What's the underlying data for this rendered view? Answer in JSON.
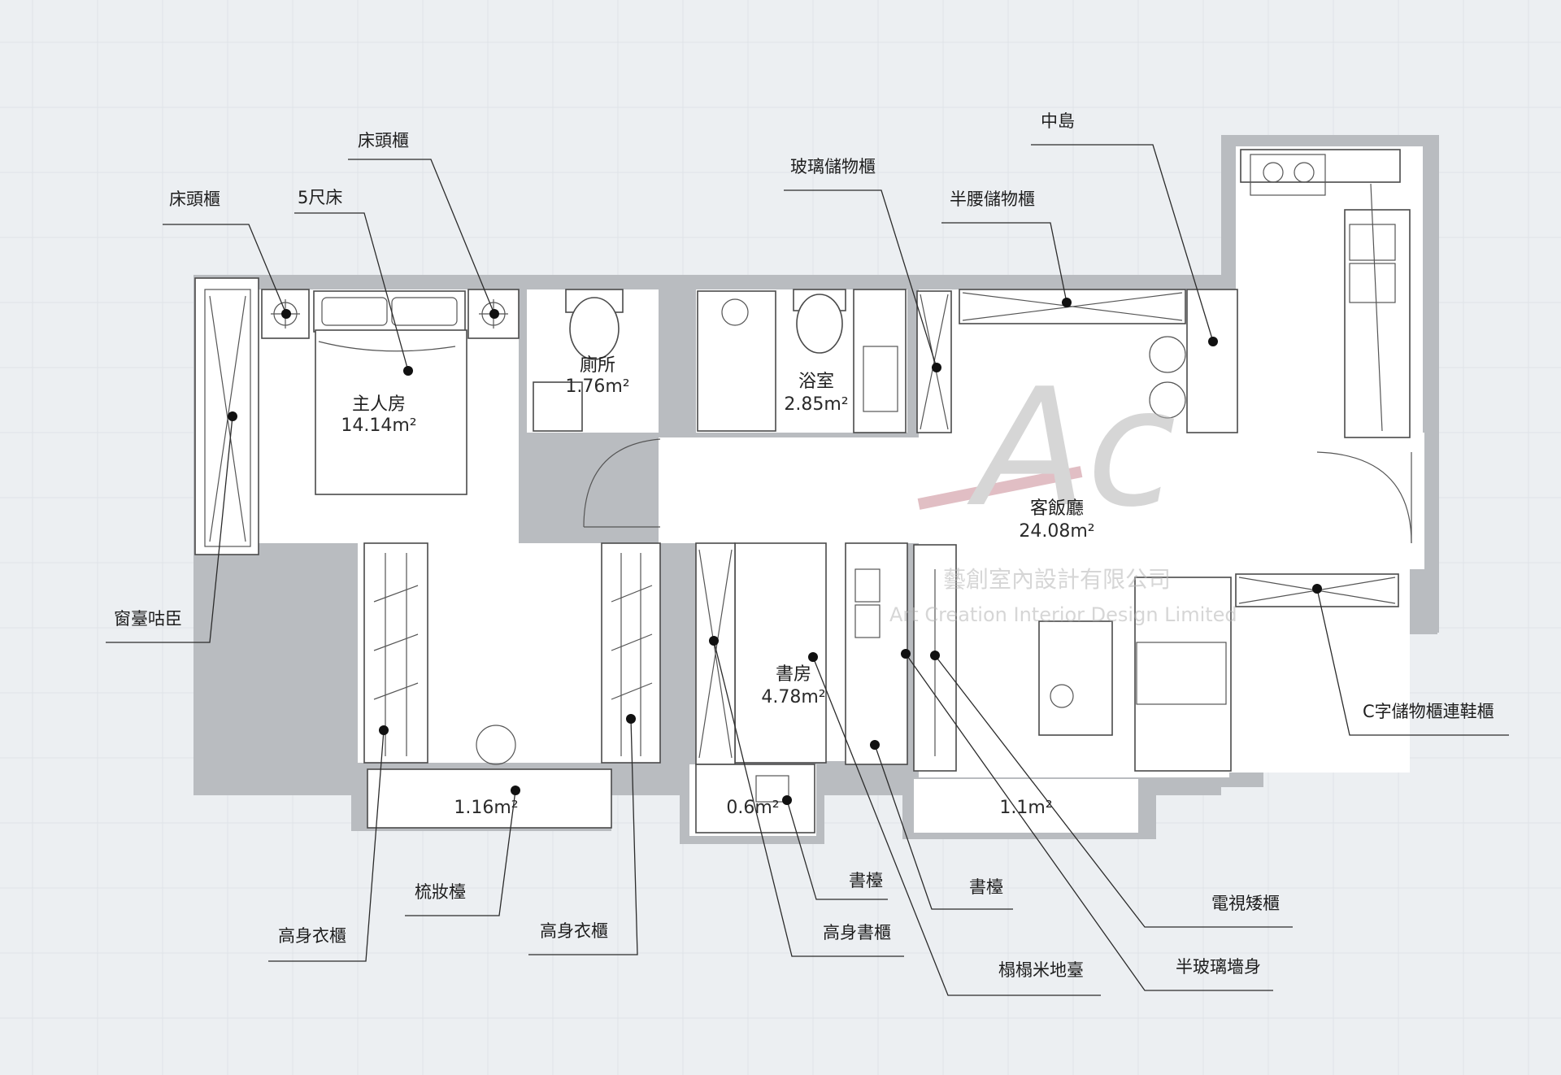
{
  "rooms": {
    "master_bedroom": {
      "name": "主人房",
      "area": "14.14m²"
    },
    "toilet": {
      "name": "廁所",
      "area": "1.76m²"
    },
    "bathroom": {
      "name": "浴室",
      "area": "2.85m²"
    },
    "living_dining": {
      "name": "客飯廳",
      "area": "24.08m²"
    },
    "study": {
      "name": "書房",
      "area": "4.78m²"
    },
    "bay_left": {
      "area": "1.16m²"
    },
    "bay_study": {
      "area": "0.6m²"
    },
    "bay_living": {
      "area": "1.1m²"
    }
  },
  "callouts": {
    "bedside_left": "床頭櫃",
    "bed": "5尺床",
    "bedside_right": "床頭櫃",
    "glass_storage": "玻璃儲物櫃",
    "half_storage": "半腰儲物櫃",
    "island": "中島",
    "window_seat": "窗臺咕臣",
    "c_cabinet": "C字儲物櫃連鞋櫃",
    "tall_wardrobe_left": "高身衣櫃",
    "dresser": "梳妝檯",
    "tall_wardrobe_right": "高身衣櫃",
    "desk_bay": "書檯",
    "tall_bookcase": "高身書櫃",
    "tatami": "榻榻米地臺",
    "desk_study": "書檯",
    "tv_cabinet": "電視矮櫃",
    "half_glass": "半玻璃墻身"
  },
  "watermark": {
    "logo": "Ac",
    "company_zh": "藝創室內設計有限公司",
    "company_en": "Art Creation Interior Design Limited"
  }
}
